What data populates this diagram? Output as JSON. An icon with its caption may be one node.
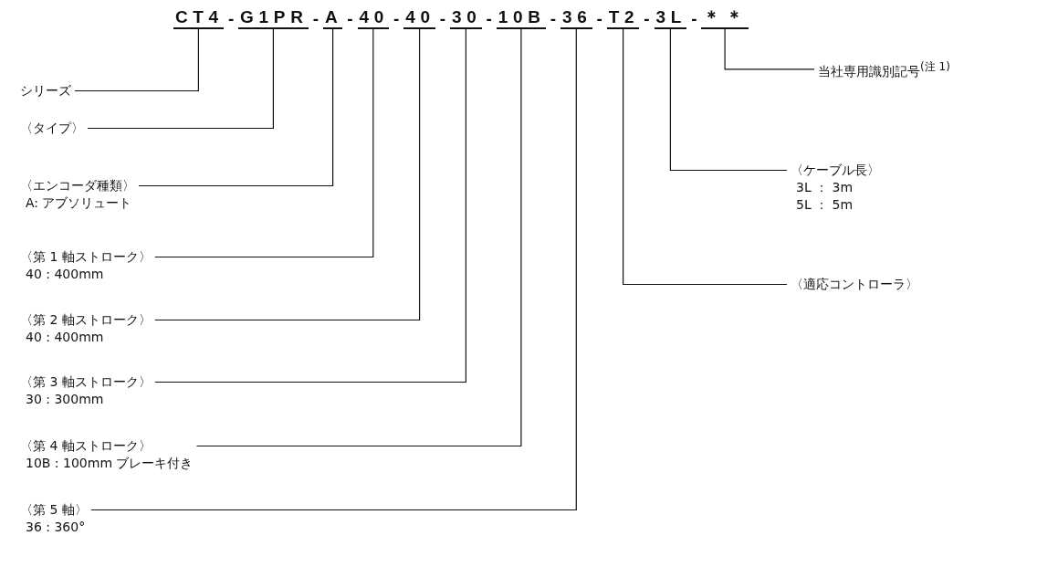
{
  "diagram": {
    "nodes": [
      {
        "text": [
          "CT4"
        ]
      },
      {
        "text": [
          "G1PR"
        ]
      },
      {
        "text": [
          "A"
        ]
      },
      {
        "text": [
          "40"
        ]
      },
      {
        "text": [
          "40"
        ]
      },
      {
        "text": [
          "30"
        ]
      },
      {
        "text": [
          "10B"
        ]
      },
      {
        "text": [
          "36"
        ]
      },
      {
        "text": [
          "T2"
        ]
      },
      {
        "text": [
          "3L"
        ]
      },
      {
        "text": [
          "＊＊"
        ]
      },
      {
        "text": [
          "シリーズ"
        ]
      },
      {
        "text": [
          "〈タイプ〉"
        ]
      },
      {
        "text": [
          "〈エンコーダ種類〉",
          "A: アブソリュート"
        ]
      },
      {
        "text": [
          "〈第 1 軸ストローク〉",
          "40 : 400mm"
        ]
      },
      {
        "text": [
          "〈第 2 軸ストローク〉",
          "40 : 400mm"
        ]
      },
      {
        "text": [
          "〈第 3 軸ストローク〉",
          "30 : 300mm"
        ]
      },
      {
        "text": [
          "〈第 4 軸ストローク〉",
          "10B : 100mm ブレーキ付き"
        ]
      },
      {
        "text": [
          "〈第 5 軸〉",
          "36 : 360°"
        ]
      },
      {
        "text": [
          "〈適応コントローラ〉"
        ]
      },
      {
        "text": [
          "〈ケーブル長〉",
          "3L ： 3m",
          "5L ： 5m"
        ]
      },
      {
        "text": [
          "当社専用識別記号$^{(注 1)}$"
        ]
      }
    ],
    "edges": [
      {
        "from": 11,
        "to": 0,
        "arrow": "none"
      },
      {
        "from": 12,
        "to": 1,
        "arrow": "none"
      },
      {
        "from": 13,
        "to": 2,
        "arrow": "none"
      },
      {
        "from": 14,
        "to": 3,
        "arrow": "none"
      },
      {
        "from": 15,
        "to": 4,
        "arrow": "none"
      },
      {
        "from": 16,
        "to": 5,
        "arrow": "none"
      },
      {
        "from": 17,
        "to": 6,
        "arrow": "none"
      },
      {
        "from": 18,
        "to": 7,
        "arrow": "none"
      },
      {
        "from": 19,
        "to": 8,
        "arrow": "none"
      },
      {
        "from": 20,
        "to": 9,
        "arrow": "none"
      },
      {
        "from": 21,
        "to": 10,
        "arrow": "none"
      }
    ],
    "labels": [
      "-",
      "-",
      "-",
      "-",
      "-",
      "-",
      "-",
      "-",
      "-",
      "-"
    ]
  }
}
